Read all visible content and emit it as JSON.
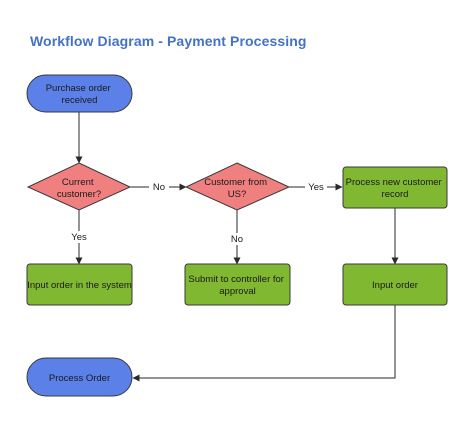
{
  "title": "Workflow Diagram - Payment Processing",
  "colors": {
    "title": "#4472c4",
    "terminal_fill": "#5b80e8",
    "decision_fill": "#f07f80",
    "process_fill": "#80b832",
    "stroke": "#3a3a3a",
    "edge": "#2a2a2a"
  },
  "nodes": {
    "start": {
      "label": [
        "Purchase order",
        "received"
      ]
    },
    "decision_current": {
      "label": [
        "Current",
        "customer?"
      ]
    },
    "decision_us": {
      "label": [
        "Customer from",
        "US?"
      ]
    },
    "process_new_record": {
      "label": [
        "Process new customer",
        "record"
      ]
    },
    "input_system": {
      "label": [
        "Input order in the system"
      ]
    },
    "submit_controller": {
      "label": [
        "Submit to controller for",
        "approval"
      ]
    },
    "input_order": {
      "label": [
        "Input order"
      ]
    },
    "end": {
      "label": [
        "Process Order"
      ]
    }
  },
  "edges": {
    "current_no": "No",
    "current_yes": "Yes",
    "us_yes": "Yes",
    "us_no": "No"
  }
}
